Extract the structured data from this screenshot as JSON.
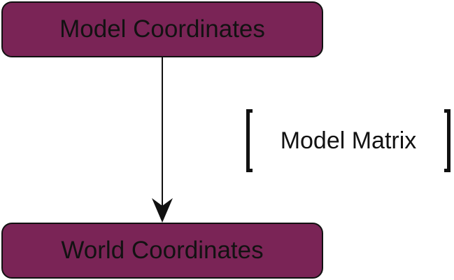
{
  "diagram": {
    "nodes": [
      {
        "id": "model",
        "label": "Model Coordinates"
      },
      {
        "id": "world",
        "label": "World Coordinates"
      }
    ],
    "edge": {
      "from": "model",
      "to": "world",
      "label": "Model Matrix"
    },
    "colors": {
      "node_fill": "#7a2456",
      "node_border": "#111111",
      "text": "#121212",
      "edge": "#111111"
    }
  }
}
